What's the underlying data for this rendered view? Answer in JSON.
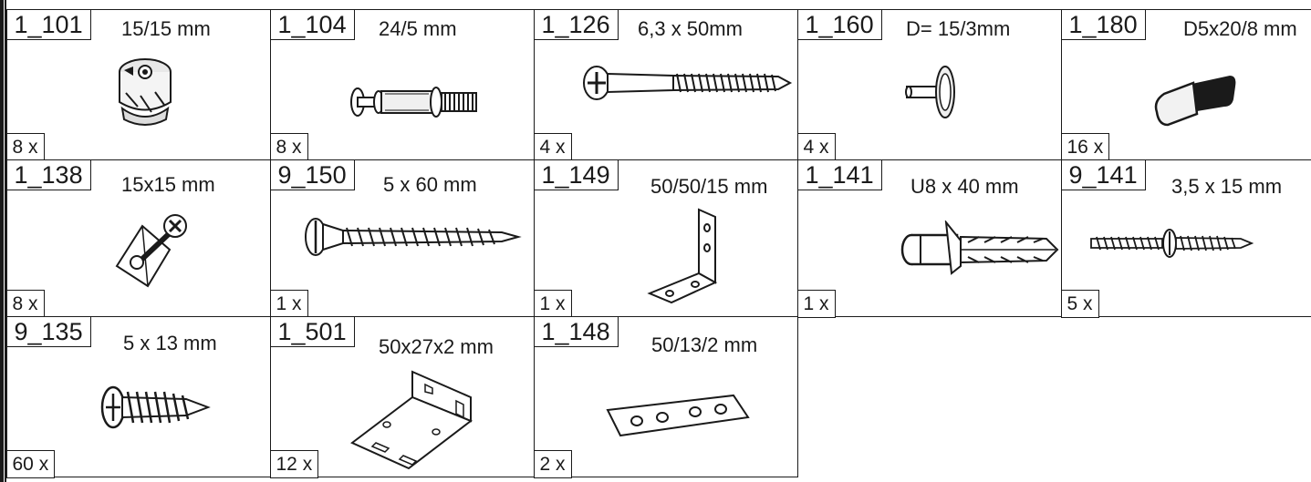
{
  "parts": [
    {
      "code": "1_101",
      "size": "15/15 mm",
      "qty": "8 x",
      "icon": "cam-lock-icon"
    },
    {
      "code": "1_104",
      "size": "24/5 mm",
      "qty": "8 x",
      "icon": "connector-bolt-icon"
    },
    {
      "code": "1_126",
      "size": "6,3 x 50mm",
      "qty": "4 x",
      "icon": "long-screw-icon"
    },
    {
      "code": "1_160",
      "size": "D= 15/3mm",
      "qty": "4 x",
      "icon": "shelf-pin-disc-icon"
    },
    {
      "code": "1_180",
      "size": "D5x20/8 mm",
      "qty": "16 x",
      "icon": "shelf-support-icon"
    },
    {
      "code": "1_138",
      "size": "15x15 mm",
      "qty": "8 x",
      "icon": "corner-block-icon"
    },
    {
      "code": "9_150",
      "size": "5 x 60 mm",
      "qty": "1 x",
      "icon": "wood-screw-icon"
    },
    {
      "code": "1_149",
      "size": "50/50/15 mm",
      "qty": "1 x",
      "icon": "angle-bracket-icon"
    },
    {
      "code": "1_141",
      "size": "U8 x 40 mm",
      "qty": "1 x",
      "icon": "wall-plug-icon"
    },
    {
      "code": "9_141",
      "size": "3,5 x 15  mm",
      "qty": "5 x",
      "icon": "small-screw-icon"
    },
    {
      "code": "9_135",
      "size": "5 x 13  mm",
      "qty": "60 x",
      "icon": "pan-head-screw-icon"
    },
    {
      "code": "1_501",
      "size": "50x27x2 mm",
      "qty": "12 x",
      "icon": "metal-bracket-icon"
    },
    {
      "code": "1_148",
      "size": "50/13/2 mm",
      "qty": "2 x",
      "icon": "flat-plate-icon"
    }
  ]
}
